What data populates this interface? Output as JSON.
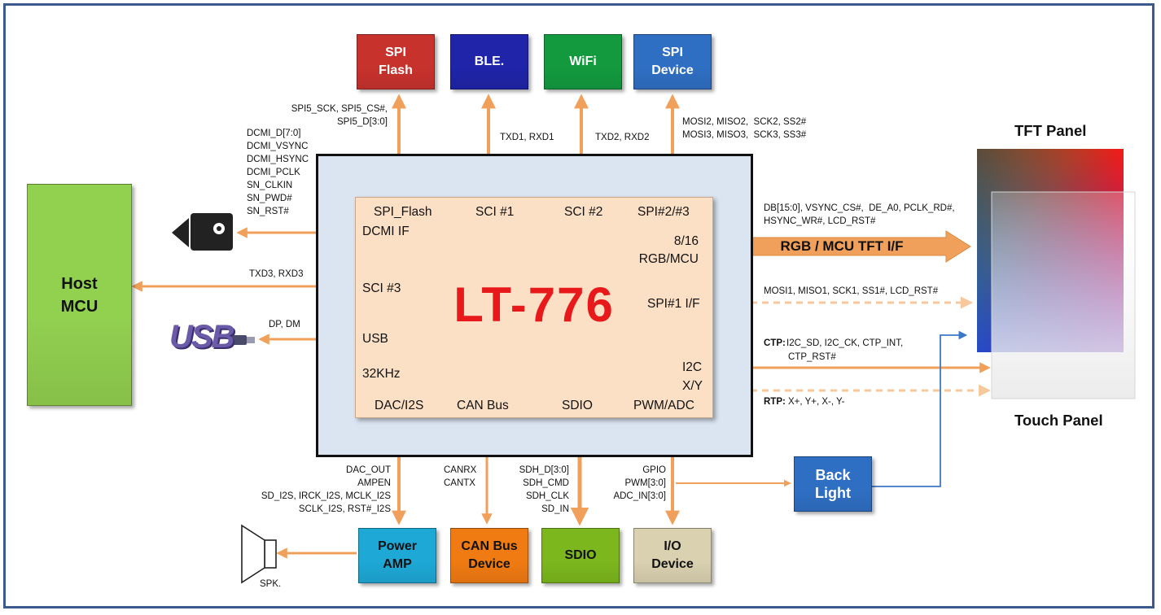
{
  "chip": {
    "name": "LT-776",
    "pins": {
      "spi_flash": "SPI_Flash",
      "sci1": "SCI #1",
      "sci2": "SCI #2",
      "spi23": "SPI#2/#3",
      "dcmi": "DCMI IF",
      "rgb": "8/16\nRGB/MCU",
      "sci3": "SCI #3",
      "spi1": "SPI#1 I/F",
      "usb": "USB",
      "i2c": "I2C",
      "xy": "X/Y",
      "khz": "32KHz",
      "dac": "DAC/I2S",
      "can": "CAN Bus",
      "sdio": "SDIO",
      "pwm": "PWM/ADC"
    }
  },
  "blocks": {
    "spi_flash": {
      "label": "SPI\nFlash",
      "color": "#c8322d"
    },
    "ble": {
      "label": "BLE.",
      "color": "#1f24a8"
    },
    "wifi": {
      "label": "WiFi",
      "color": "#139a3f"
    },
    "spi_device": {
      "label": "SPI\nDevice",
      "color": "#2f6fc3"
    },
    "host_mcu": {
      "label": "Host\nMCU",
      "color": "#92d050"
    },
    "power_amp": {
      "label": "Power\nAMP",
      "color": "#1ea8d6"
    },
    "can_device": {
      "label": "CAN Bus\nDevice",
      "color": "#f07b12"
    },
    "sdio": {
      "label": "SDIO",
      "color": "#7cb71d"
    },
    "io_device": {
      "label": "I/O\nDevice",
      "color": "#d9d1b0"
    },
    "back_light": {
      "label": "Back\nLight",
      "color": "#2f6fc3"
    }
  },
  "panels": {
    "tft": "TFT Panel",
    "touch": "Touch Panel"
  },
  "icons": {
    "usb": "USB",
    "camera": "camera-icon",
    "speaker": "speaker-icon",
    "crystal": "crystal-icon"
  },
  "signals": {
    "spi_flash": "SPI5_SCK, SPI5_CS#,\nSPI5_D[3:0]",
    "dcmi": "DCMI_D[7:0]\nDCMI_VSYNC\nDCMI_HSYNC\nDCMI_PCLK\nSN_CLKIN\nSN_PWD#\nSN_RST#",
    "ble": "TXD1, RXD1",
    "wifi": "TXD2, RXD2",
    "spi_device": "MOSI2, MISO2,  SCK2, SS2#\nMOSI3, MISO3,  SCK3, SS3#",
    "host": "TXD3, RXD3",
    "usb": "DP, DM",
    "rgb_signals": "DB[15:0], VSYNC_CS#,  DE_A0, PCLK_RD#,\nHSYNC_WR#, LCD_RST#",
    "rgb_bus": "RGB / MCU  TFT I/F",
    "spi1": "MOSI1, MISO1, SCK1, SS1#, LCD_RST#",
    "ctp_label": "CTP:",
    "ctp": "I2C_SD, I2C_CK, CTP_INT,",
    "ctp2": "CTP_RST#",
    "rtp_label": "RTP:",
    "rtp": "X+,  Y+,  X-,  Y-",
    "dac": "DAC_OUT\nAMPEN\nSD_I2S, IRCK_I2S, MCLK_I2S\nSCLK_I2S, RST#_I2S",
    "can": "CANRX\nCANTX",
    "sdio": "SDH_D[3:0]\nSDH_CMD\nSDH_CLK\nSD_IN",
    "gpio": "GPIO\nPWM[3:0]\nADC_IN[3:0]",
    "spk": "SPK."
  },
  "colors": {
    "wire": "#f0a05a",
    "wire_light": "#f7c89c",
    "backlight_wire": "#3d78c8",
    "chip_title": "#e8191b"
  }
}
